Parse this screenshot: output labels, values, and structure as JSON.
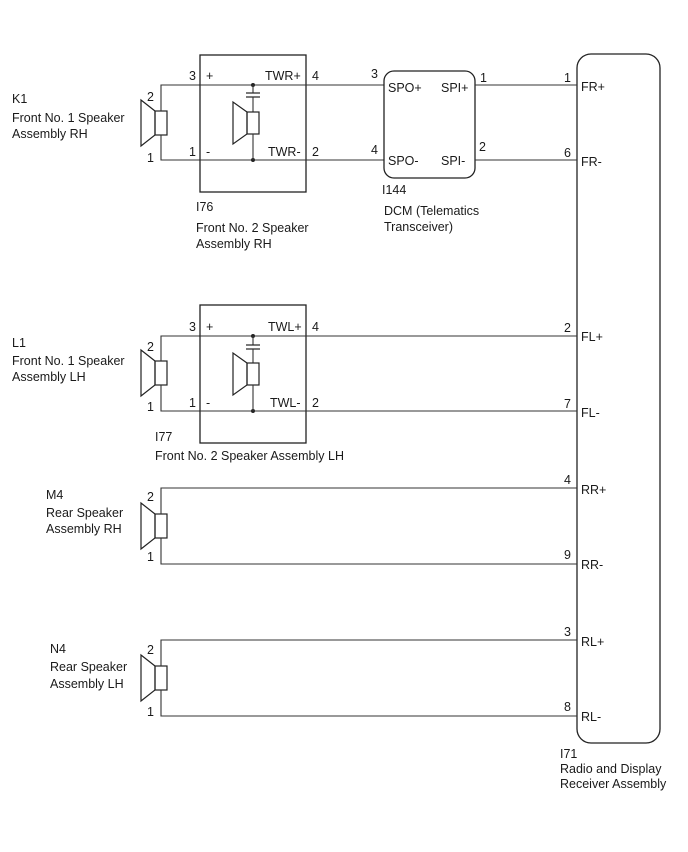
{
  "speakers": {
    "k1": {
      "id": "K1",
      "line1": "Front No. 1 Speaker",
      "line2": "Assembly RH",
      "pin_top": "2",
      "pin_bottom": "1"
    },
    "l1": {
      "id": "L1",
      "line1": "Front No. 1 Speaker",
      "line2": "Assembly LH",
      "pin_top": "2",
      "pin_bottom": "1"
    },
    "m4": {
      "id": "M4",
      "line1": "Rear Speaker",
      "line2": "Assembly RH",
      "pin_top": "2",
      "pin_bottom": "1"
    },
    "n4": {
      "id": "N4",
      "line1": "Rear Speaker",
      "line2": "Assembly LH",
      "pin_top": "2",
      "pin_bottom": "1"
    }
  },
  "i76": {
    "id": "I76",
    "line1": "Front No. 2 Speaker",
    "line2": "Assembly RH",
    "pin_in_plus": "3",
    "pin_in_minus": "1",
    "plus": "+",
    "minus": "-",
    "out_plus": "TWR+",
    "out_minus": "TWR-",
    "pin_out_plus": "4",
    "pin_out_minus": "2"
  },
  "i77": {
    "id": "I77",
    "line1": "Front No. 2 Speaker Assembly LH",
    "pin_in_plus": "3",
    "pin_in_minus": "1",
    "plus": "+",
    "minus": "-",
    "out_plus": "TWL+",
    "out_minus": "TWL-",
    "pin_out_plus": "4",
    "pin_out_minus": "2"
  },
  "i144": {
    "id": "I144",
    "line1": "DCM (Telematics",
    "line2": "Transceiver)",
    "spo_plus": "SPO+",
    "spo_minus": "SPO-",
    "spi_plus": "SPI+",
    "spi_minus": "SPI-",
    "pin_spo_plus": "3",
    "pin_spo_minus": "4",
    "pin_spi_plus": "1",
    "pin_spi_minus": "2"
  },
  "i71": {
    "id": "I71",
    "line1": "Radio and Display",
    "line2": "Receiver Assembly",
    "terminals": [
      {
        "label": "FR+",
        "pin": "1"
      },
      {
        "label": "FR-",
        "pin": "6"
      },
      {
        "label": "FL+",
        "pin": "2"
      },
      {
        "label": "FL-",
        "pin": "7"
      },
      {
        "label": "RR+",
        "pin": "4"
      },
      {
        "label": "RR-",
        "pin": "9"
      },
      {
        "label": "RL+",
        "pin": "3"
      },
      {
        "label": "RL-",
        "pin": "8"
      }
    ]
  }
}
